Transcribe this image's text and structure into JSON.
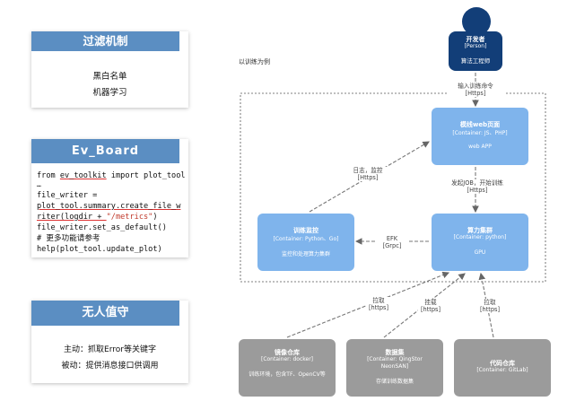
{
  "filter_card": {
    "title": "过滤机制",
    "lines": [
      "黑白名单",
      "机器学习"
    ]
  },
  "ev_board": {
    "title": "Ev_Board",
    "code": {
      "line1_a": "from ",
      "line1_b": "ev_toolkit",
      "line1_c": " import plot_tool",
      "sep": "…",
      "line2": "file_writer =",
      "line3": "plot_tool.summary.create_file_w",
      "line4_a": "riter(logdir + ",
      "line4_b": "\"/metrics\"",
      "line4_c": ")",
      "line5": "file_writer.set_as_default()",
      "line6": "# 更多功能请参考",
      "line7": "help(plot_tool.update_plot)"
    }
  },
  "unattended_card": {
    "title": "无人值守",
    "lines": [
      "主动：抓取Error等关键字",
      "被动：提供消息接口供调用"
    ]
  },
  "diagram": {
    "caption": "以训练为例",
    "person": {
      "title": "开发者",
      "type": "[Person]",
      "desc": "算法工程师"
    },
    "web_console": {
      "title": "模线web页面",
      "type": "[Container: JS、PHP]",
      "desc": "web APP"
    },
    "training_monitor": {
      "title": "训练监控",
      "type": "[Container: Python、Go]",
      "desc": "监控和处理算力集群"
    },
    "compute_cluster": {
      "title": "算力集群",
      "type": "[Container: python]",
      "desc": "GPU"
    },
    "image_repo": {
      "title": "镜像仓库",
      "type": "[Container: docker]",
      "desc": "训练环境，包含TF、OpenCV等"
    },
    "dataset": {
      "title": "数据集",
      "type": "[Container: QingStor NeonSAN]",
      "desc": "存储训练数据集"
    },
    "code_repo": {
      "title": "代码仓库",
      "type": "[Container: GitLab]"
    },
    "edges": {
      "person_to_web": {
        "label": "输入训练命令",
        "proto": "[Https]"
      },
      "web_to_cluster": {
        "label": "发起JOB，开始训练",
        "proto": "[Https]"
      },
      "monitor_to_web": {
        "label": "日志，监控",
        "proto": "[Https]"
      },
      "cluster_to_monitor": {
        "label": "EFK",
        "proto": "[Grpc]"
      },
      "image_to_cluster": {
        "label": "拉取",
        "proto": "[https]"
      },
      "dataset_to_cluster": {
        "label": "挂载",
        "proto": "[https]"
      },
      "code_to_cluster": {
        "label": "拉取",
        "proto": "[https]"
      }
    }
  },
  "colors": {
    "card_header": "#5b8ec2",
    "container_box": "#7fb4ec",
    "external_box": "#9b9b9b",
    "person": "#123e78"
  }
}
